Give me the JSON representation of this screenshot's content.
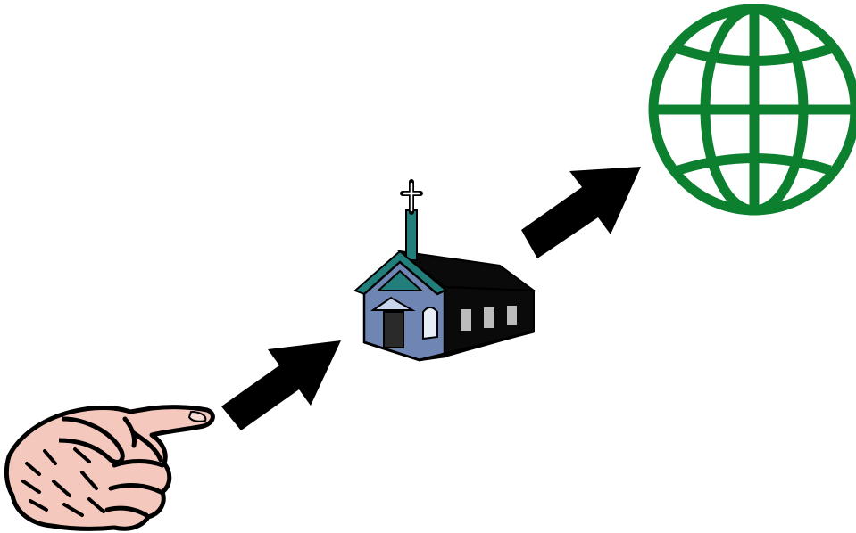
{
  "diagram": {
    "nodes": [
      {
        "id": "hand",
        "icon": "pointing-hand-icon"
      },
      {
        "id": "church",
        "icon": "church-icon"
      },
      {
        "id": "globe",
        "icon": "globe-icon"
      }
    ],
    "edges": [
      {
        "from": "hand",
        "to": "church",
        "icon": "arrow-icon"
      },
      {
        "from": "church",
        "to": "globe",
        "icon": "arrow-icon"
      }
    ]
  },
  "colors": {
    "background": "#ffffff",
    "arrow": "#000000",
    "globe": "#0d8030",
    "church_roof": "#217e7a",
    "church_wall": "#6f86b5",
    "church_dark": "#0a0a0a",
    "skin": "#f5c8bd",
    "outline": "#000000"
  }
}
